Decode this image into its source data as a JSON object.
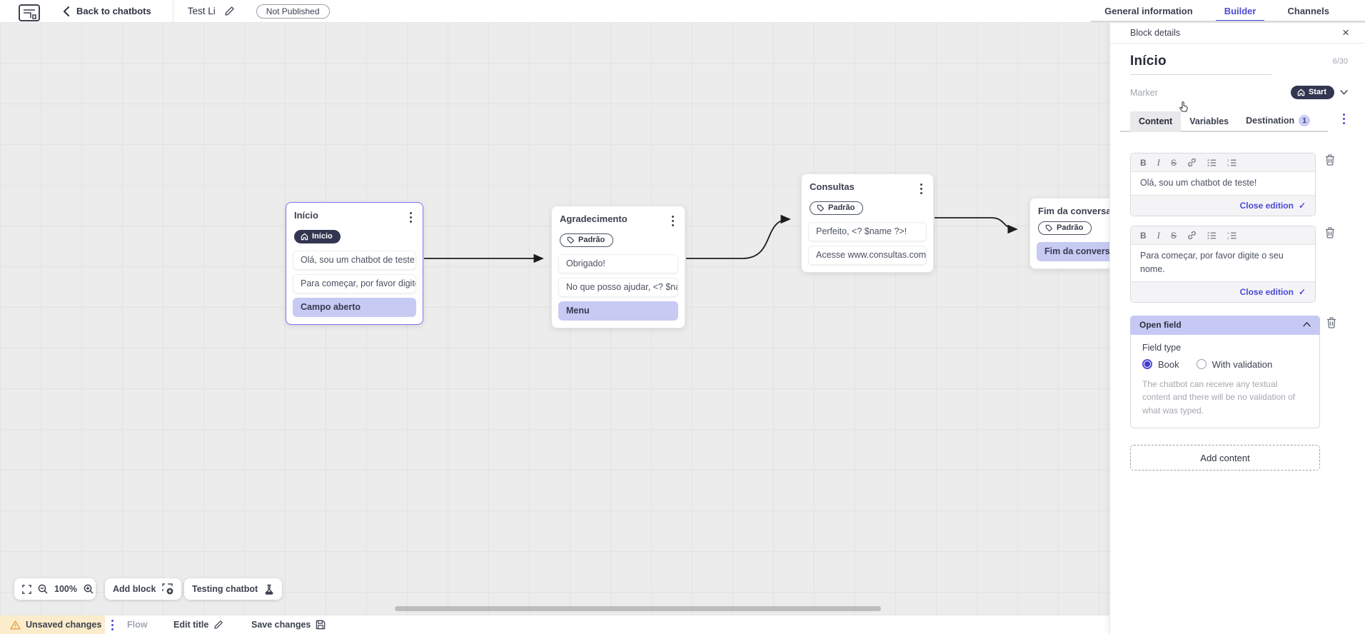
{
  "topbar": {
    "back_label": "Back to chatbots",
    "bot_title": "Test Li",
    "status_badge": "Not Published",
    "tabs": {
      "general": "General information",
      "builder": "Builder",
      "channels": "Channels"
    }
  },
  "canvas": {
    "blocks": [
      {
        "title": "Início",
        "badge": "Início",
        "items": [
          {
            "text": "Olá, sou um chatbot de teste!"
          },
          {
            "text": "Para começar, por favor digite o ..."
          },
          {
            "text": "Campo aberto"
          }
        ]
      },
      {
        "title": "Agradecimento",
        "badge": "Padrão",
        "items": [
          {
            "text": "Obrigado!"
          },
          {
            "text": "No que posso ajudar, <? $name ..."
          },
          {
            "text": "Menu"
          }
        ]
      },
      {
        "title": "Consultas",
        "badge": "Padrão",
        "items": [
          {
            "text": "Perfeito, <? $name ?>!"
          },
          {
            "text": "Acesse www.consultas.com par..."
          }
        ]
      },
      {
        "title": "Fim da conversa",
        "badge": "Padrão",
        "items": [
          {
            "text": "Fim da conversa"
          }
        ]
      }
    ],
    "toolbar": {
      "zoom_level": "100%",
      "add_block": "Add block",
      "testing": "Testing chatbot"
    }
  },
  "statusbar": {
    "unsaved": "Unsaved changes",
    "flow": "Flow",
    "edit_title": "Edit title",
    "save": "Save changes"
  },
  "panel": {
    "header": "Block details",
    "title": "Início",
    "counter": "6/30",
    "marker_label": "Marker",
    "marker_value": "Start",
    "tabs": {
      "content": "Content",
      "variables": "Variables",
      "destination": "Destination"
    },
    "destination_badge": "1",
    "editors": [
      {
        "text": "Olá, sou um chatbot de teste!",
        "close_label": "Close edition"
      },
      {
        "text": "Para começar, por favor digite o seu nome.",
        "close_label": "Close edition"
      }
    ],
    "open_field": {
      "header": "Open field",
      "field_type_label": "Field type",
      "option_book": "Book",
      "option_validation": "With validation",
      "help": "The chatbot can receive any textual content and there will be no validation of what was typed."
    },
    "add_content": "Add content"
  },
  "icons": {
    "bold": "B",
    "italic": "I",
    "strike": "S",
    "check": "✓",
    "close": "×"
  },
  "colors": {
    "accent": "#4b49d6",
    "lavender": "#c7caf2",
    "dark_badge": "#323650",
    "warning_bg": "#fbeccb",
    "canvas_bg": "#ececec"
  }
}
